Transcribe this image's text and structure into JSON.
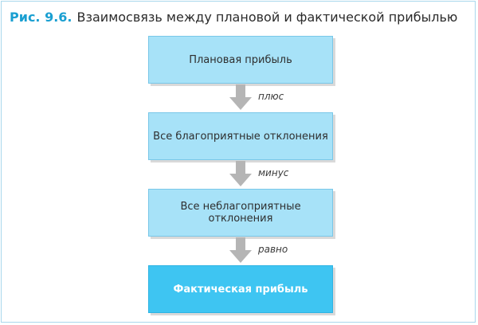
{
  "figure": {
    "number": "Рис. 9.6.",
    "title": "Взаимосвязь между плановой и фактической прибылью"
  },
  "boxes": [
    {
      "label": "Плановая прибыль"
    },
    {
      "label": "Все благоприятные отклонения"
    },
    {
      "label": "Все неблагоприятные отклонения"
    },
    {
      "label": "Фактическая прибыль"
    }
  ],
  "connectors": [
    {
      "label": "плюс"
    },
    {
      "label": "минус"
    },
    {
      "label": "равно"
    }
  ],
  "colors": {
    "box_fill": "#a7e2f8",
    "final_box_fill": "#3ec5f2",
    "accent": "#1a9fd1",
    "arrow": "#b5b5b5"
  }
}
